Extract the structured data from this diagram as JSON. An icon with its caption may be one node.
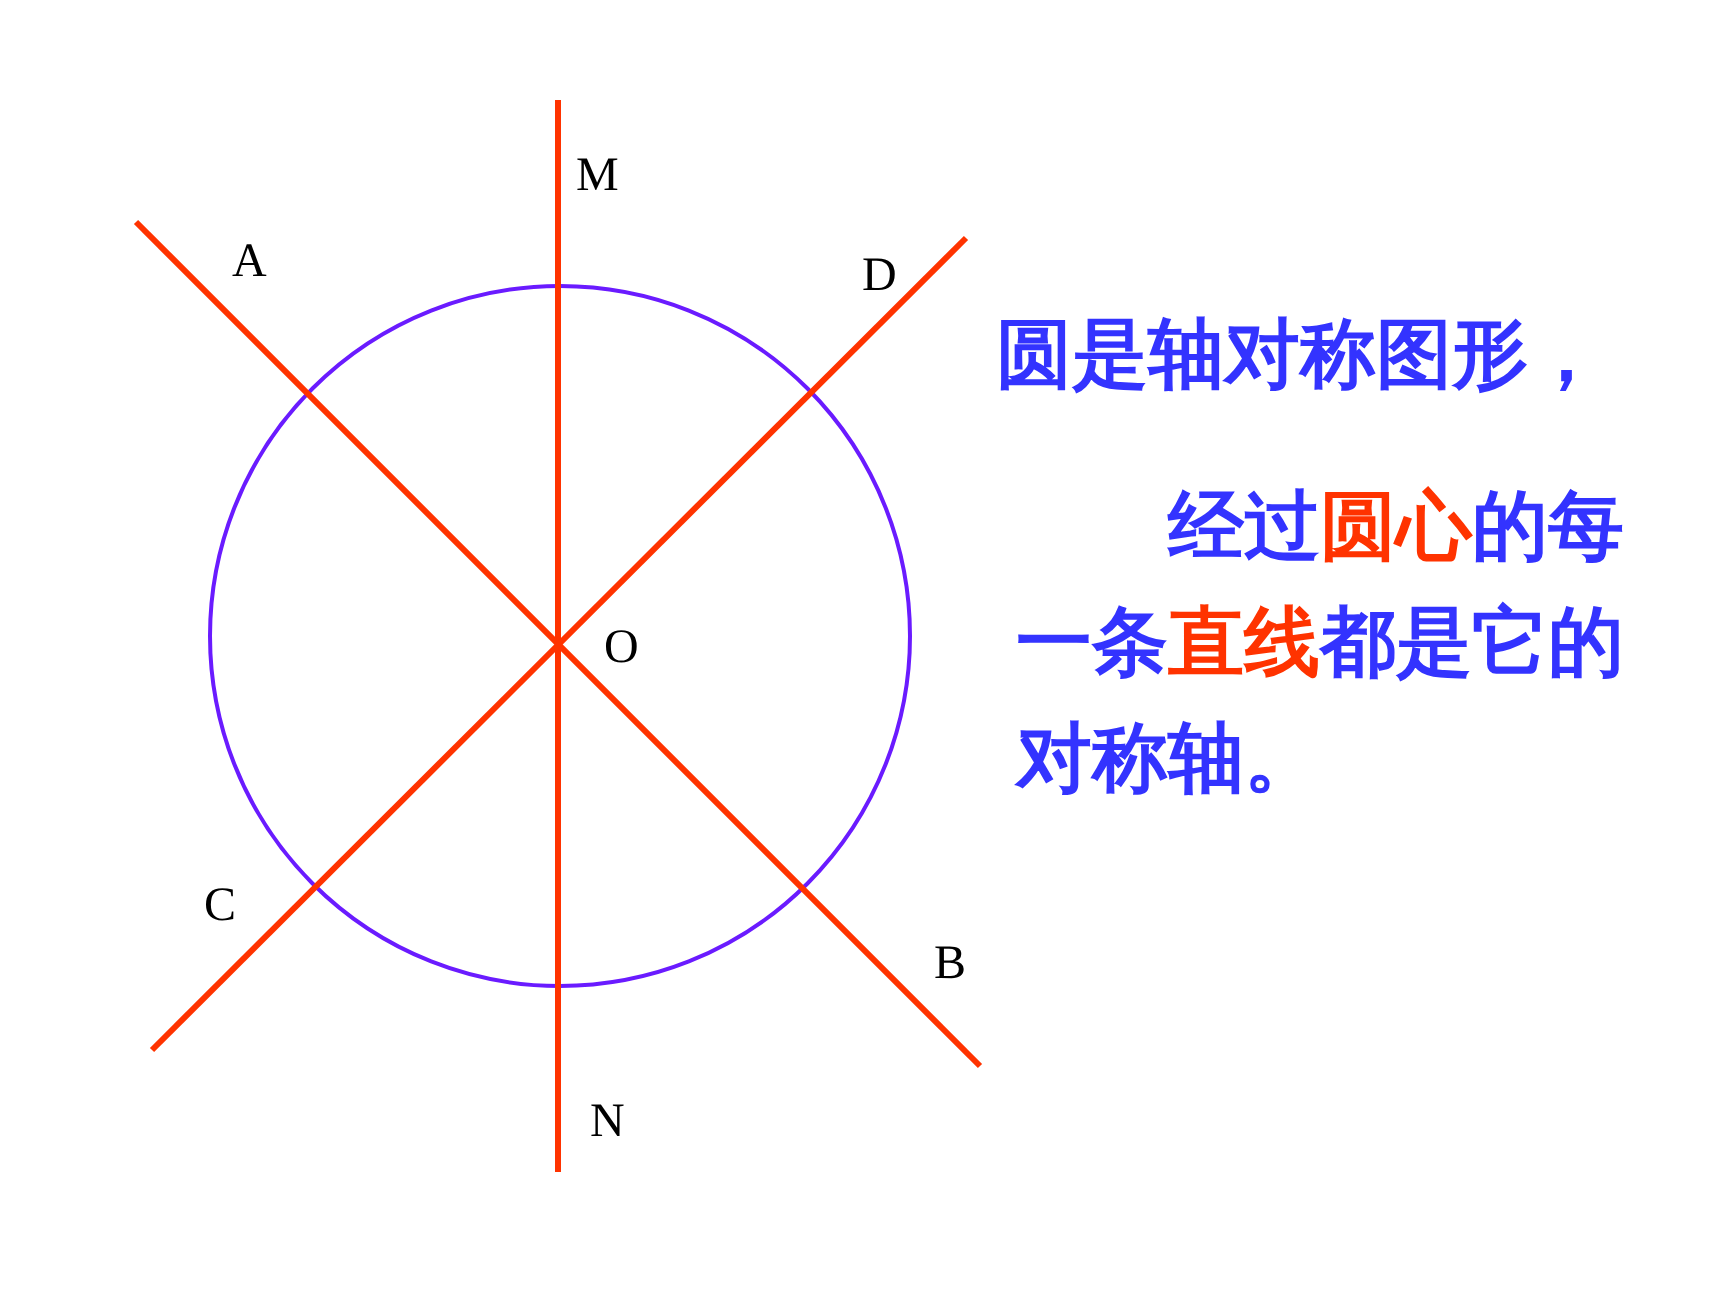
{
  "diagram": {
    "labels": [
      "M",
      "A",
      "D",
      "O",
      "C",
      "B",
      "N",
      "圆是轴对称图形，",
      "经过**圆心**的每一条**直线**都是它的对称轴。"
    ]
  }
}
